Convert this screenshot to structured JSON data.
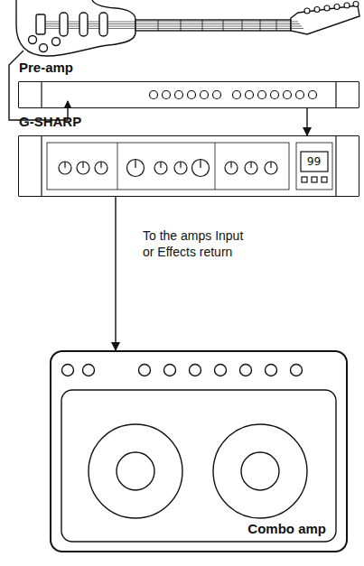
{
  "diagram": {
    "nodes": [
      {
        "text": [
          "Pre-amp"
        ]
      },
      {
        "text": [
          "G-SHARP",
          "99"
        ]
      },
      {
        "text": [
          "Combo amp"
        ]
      }
    ],
    "edges": [
      {
        "from": 0,
        "to": 1,
        "arrow": "to"
      },
      {
        "from": 1,
        "to": 2,
        "arrow": "to",
        "label": "To the amps Input or Effects return"
      }
    ]
  }
}
